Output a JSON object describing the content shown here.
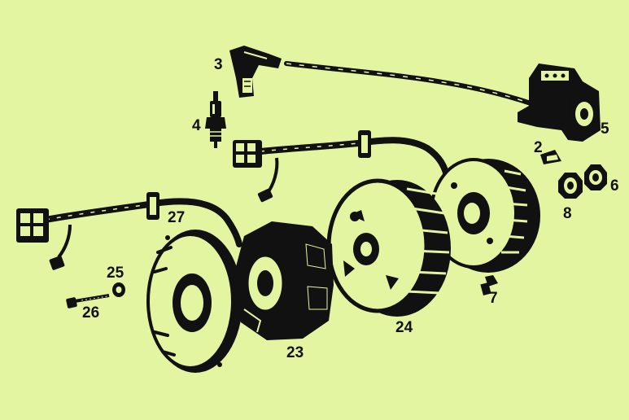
{
  "diagram": {
    "background": "#e4f5a2",
    "ink": "#111111",
    "parts": [
      {
        "id": "p3",
        "label": "3"
      },
      {
        "id": "p4",
        "label": "4"
      },
      {
        "id": "p5",
        "label": "5"
      },
      {
        "id": "p2",
        "label": "2"
      },
      {
        "id": "p6",
        "label": "6"
      },
      {
        "id": "p8",
        "label": "8"
      },
      {
        "id": "p7",
        "label": "7"
      },
      {
        "id": "p27",
        "label": "27"
      },
      {
        "id": "p25",
        "label": "25"
      },
      {
        "id": "p26",
        "label": "26"
      },
      {
        "id": "p23",
        "label": "23"
      },
      {
        "id": "p24",
        "label": "24"
      }
    ]
  }
}
